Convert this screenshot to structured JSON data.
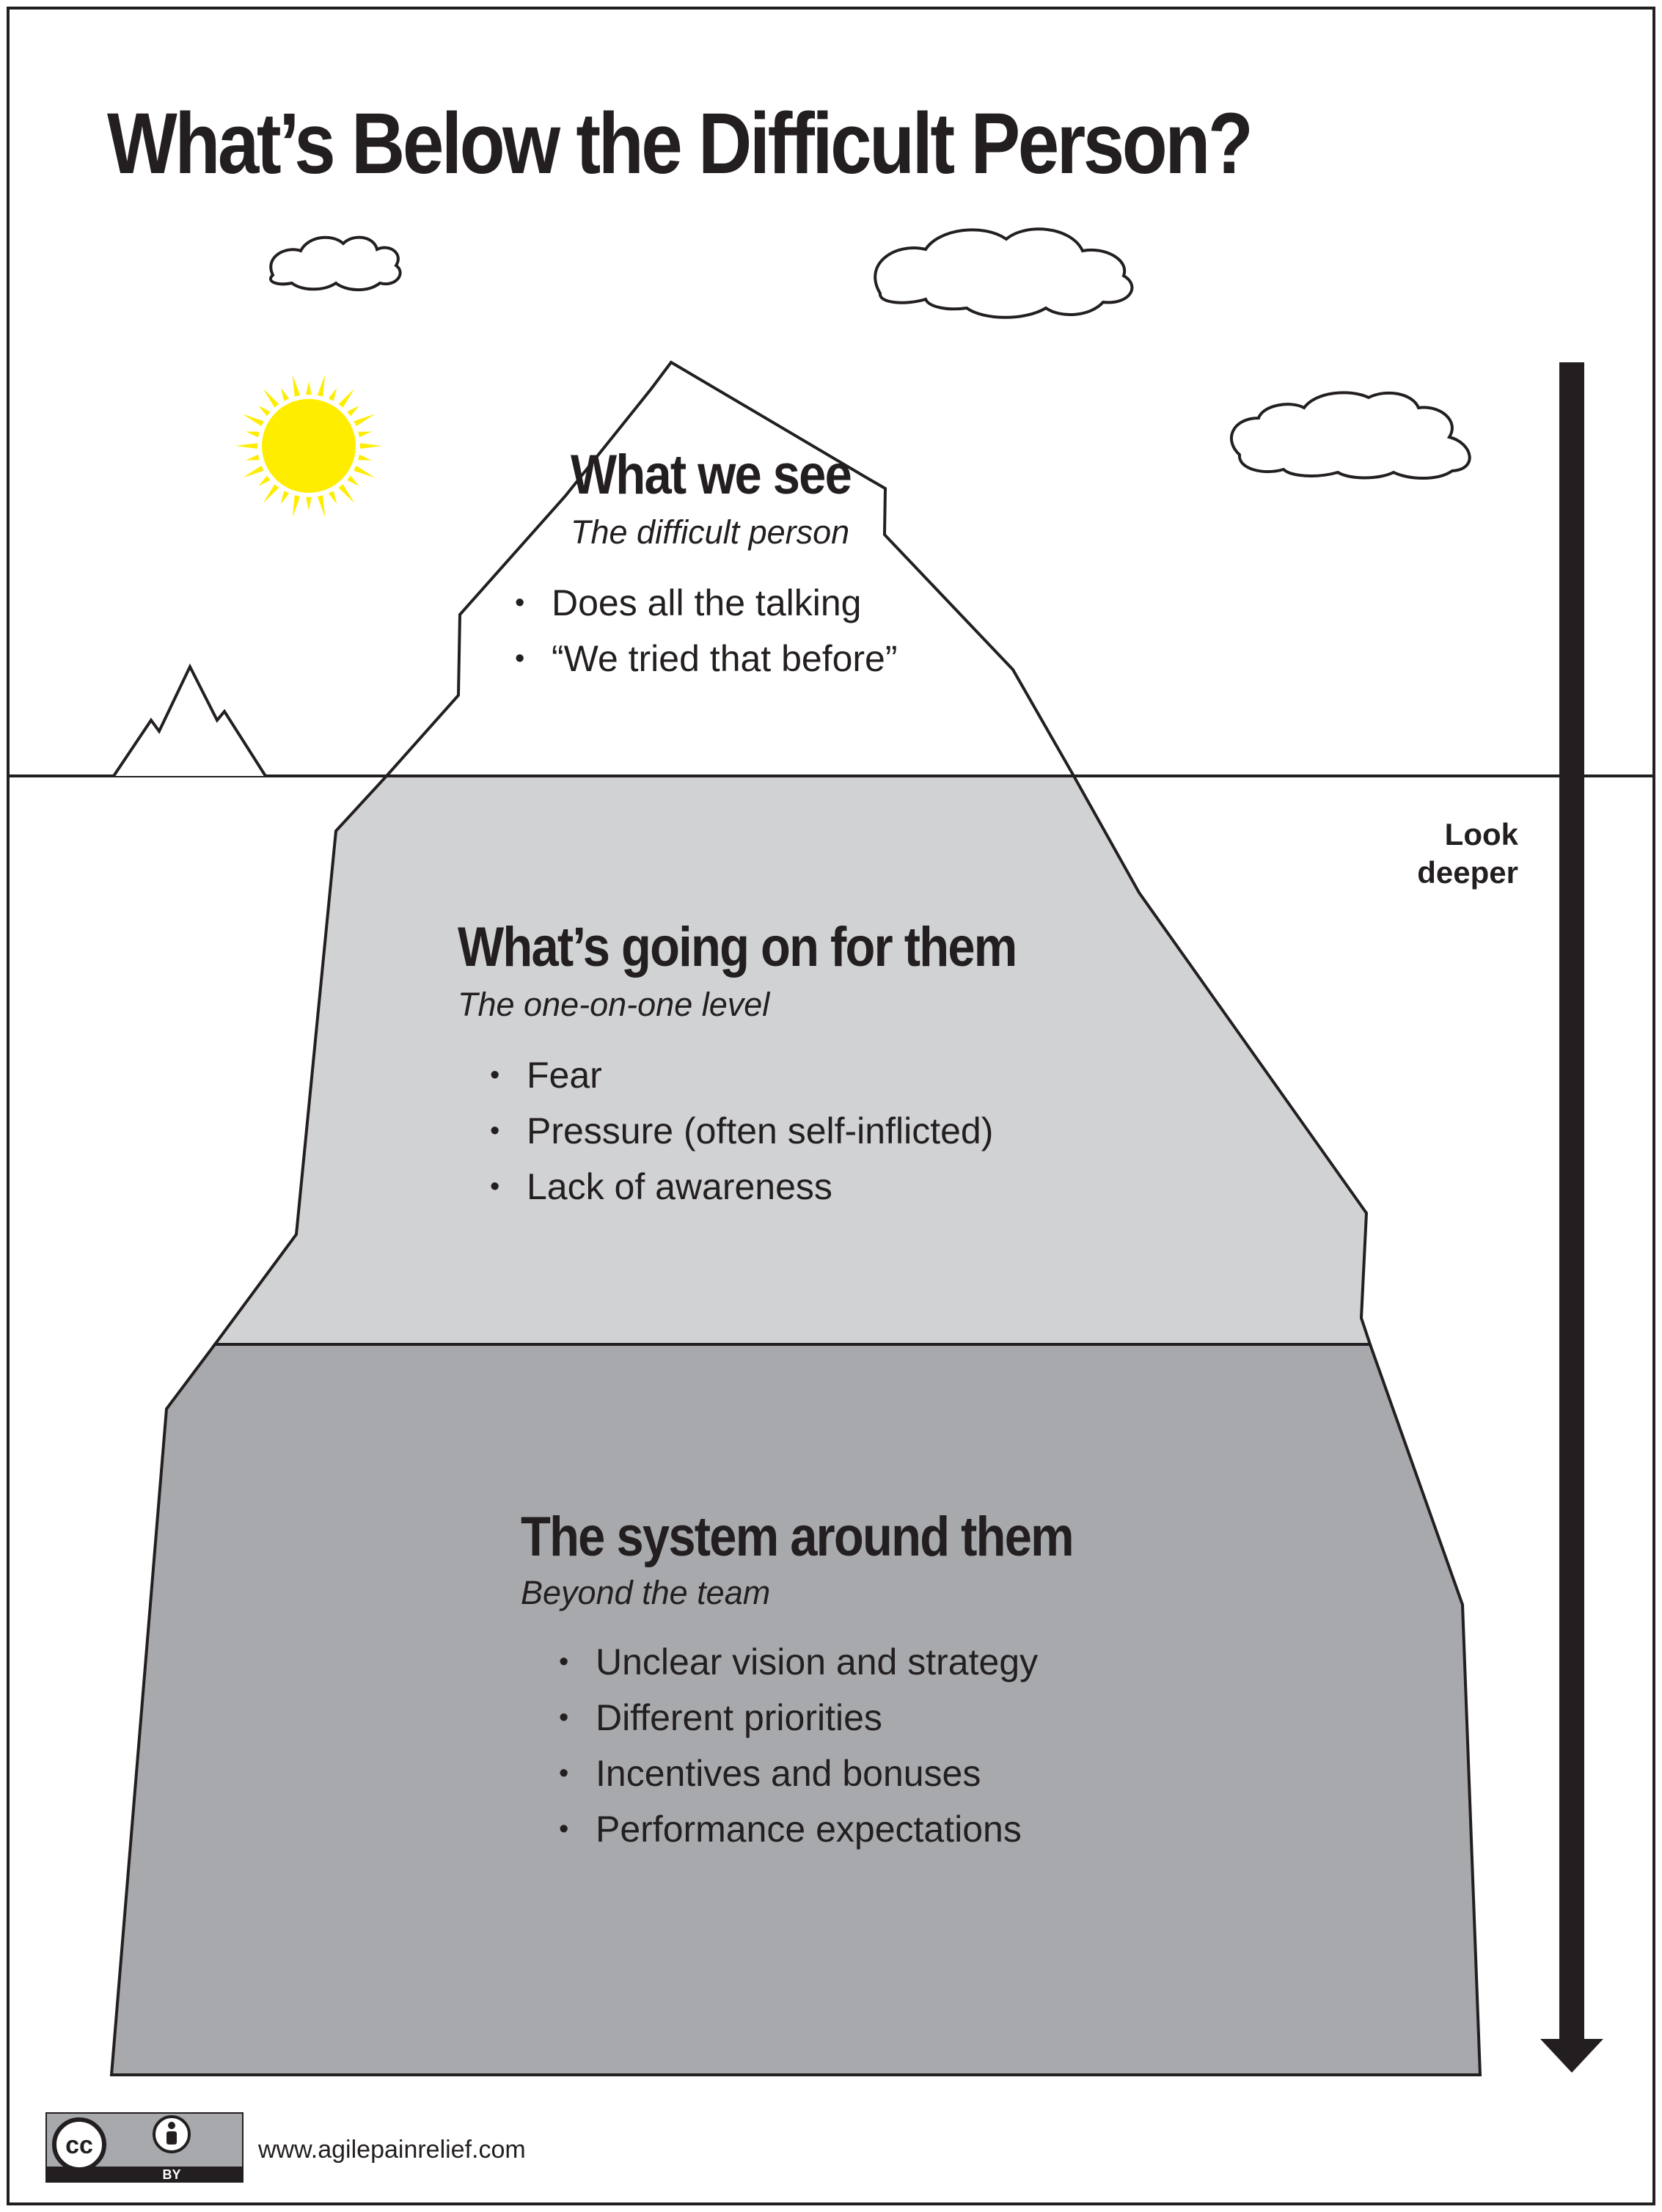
{
  "title": "What’s Below the Difficult Person?",
  "tiers": [
    {
      "heading": "What we see",
      "subtitle": "The difficult person",
      "items": [
        "Does all the talking",
        "“We tried that before”"
      ],
      "fill": "#ffffff"
    },
    {
      "heading": "What’s going on for them",
      "subtitle": "The one-on-one level",
      "items": [
        "Fear",
        "Pressure (often self-inflicted)",
        "Lack of awareness"
      ],
      "fill": "#d1d2d4"
    },
    {
      "heading": "The system around them",
      "subtitle": "Beyond the team",
      "items": [
        "Unclear vision and strategy",
        "Different priorities",
        "Incentives and bonuses",
        "Performance expectations"
      ],
      "fill": "#a7a9ac"
    }
  ],
  "arrow_label": "Look\ndeeper",
  "footer": {
    "url": "www.agilepainrelief.com",
    "license_cc": "cc",
    "license_by": "BY"
  },
  "colors": {
    "ink": "#231f20",
    "sun": "#ffed00",
    "badge": "#a7a9ac"
  },
  "icons": [
    "sun-icon",
    "cloud-icon",
    "mountain-icon",
    "iceberg-icon",
    "down-arrow-icon",
    "cc-icon",
    "attribution-icon"
  ]
}
